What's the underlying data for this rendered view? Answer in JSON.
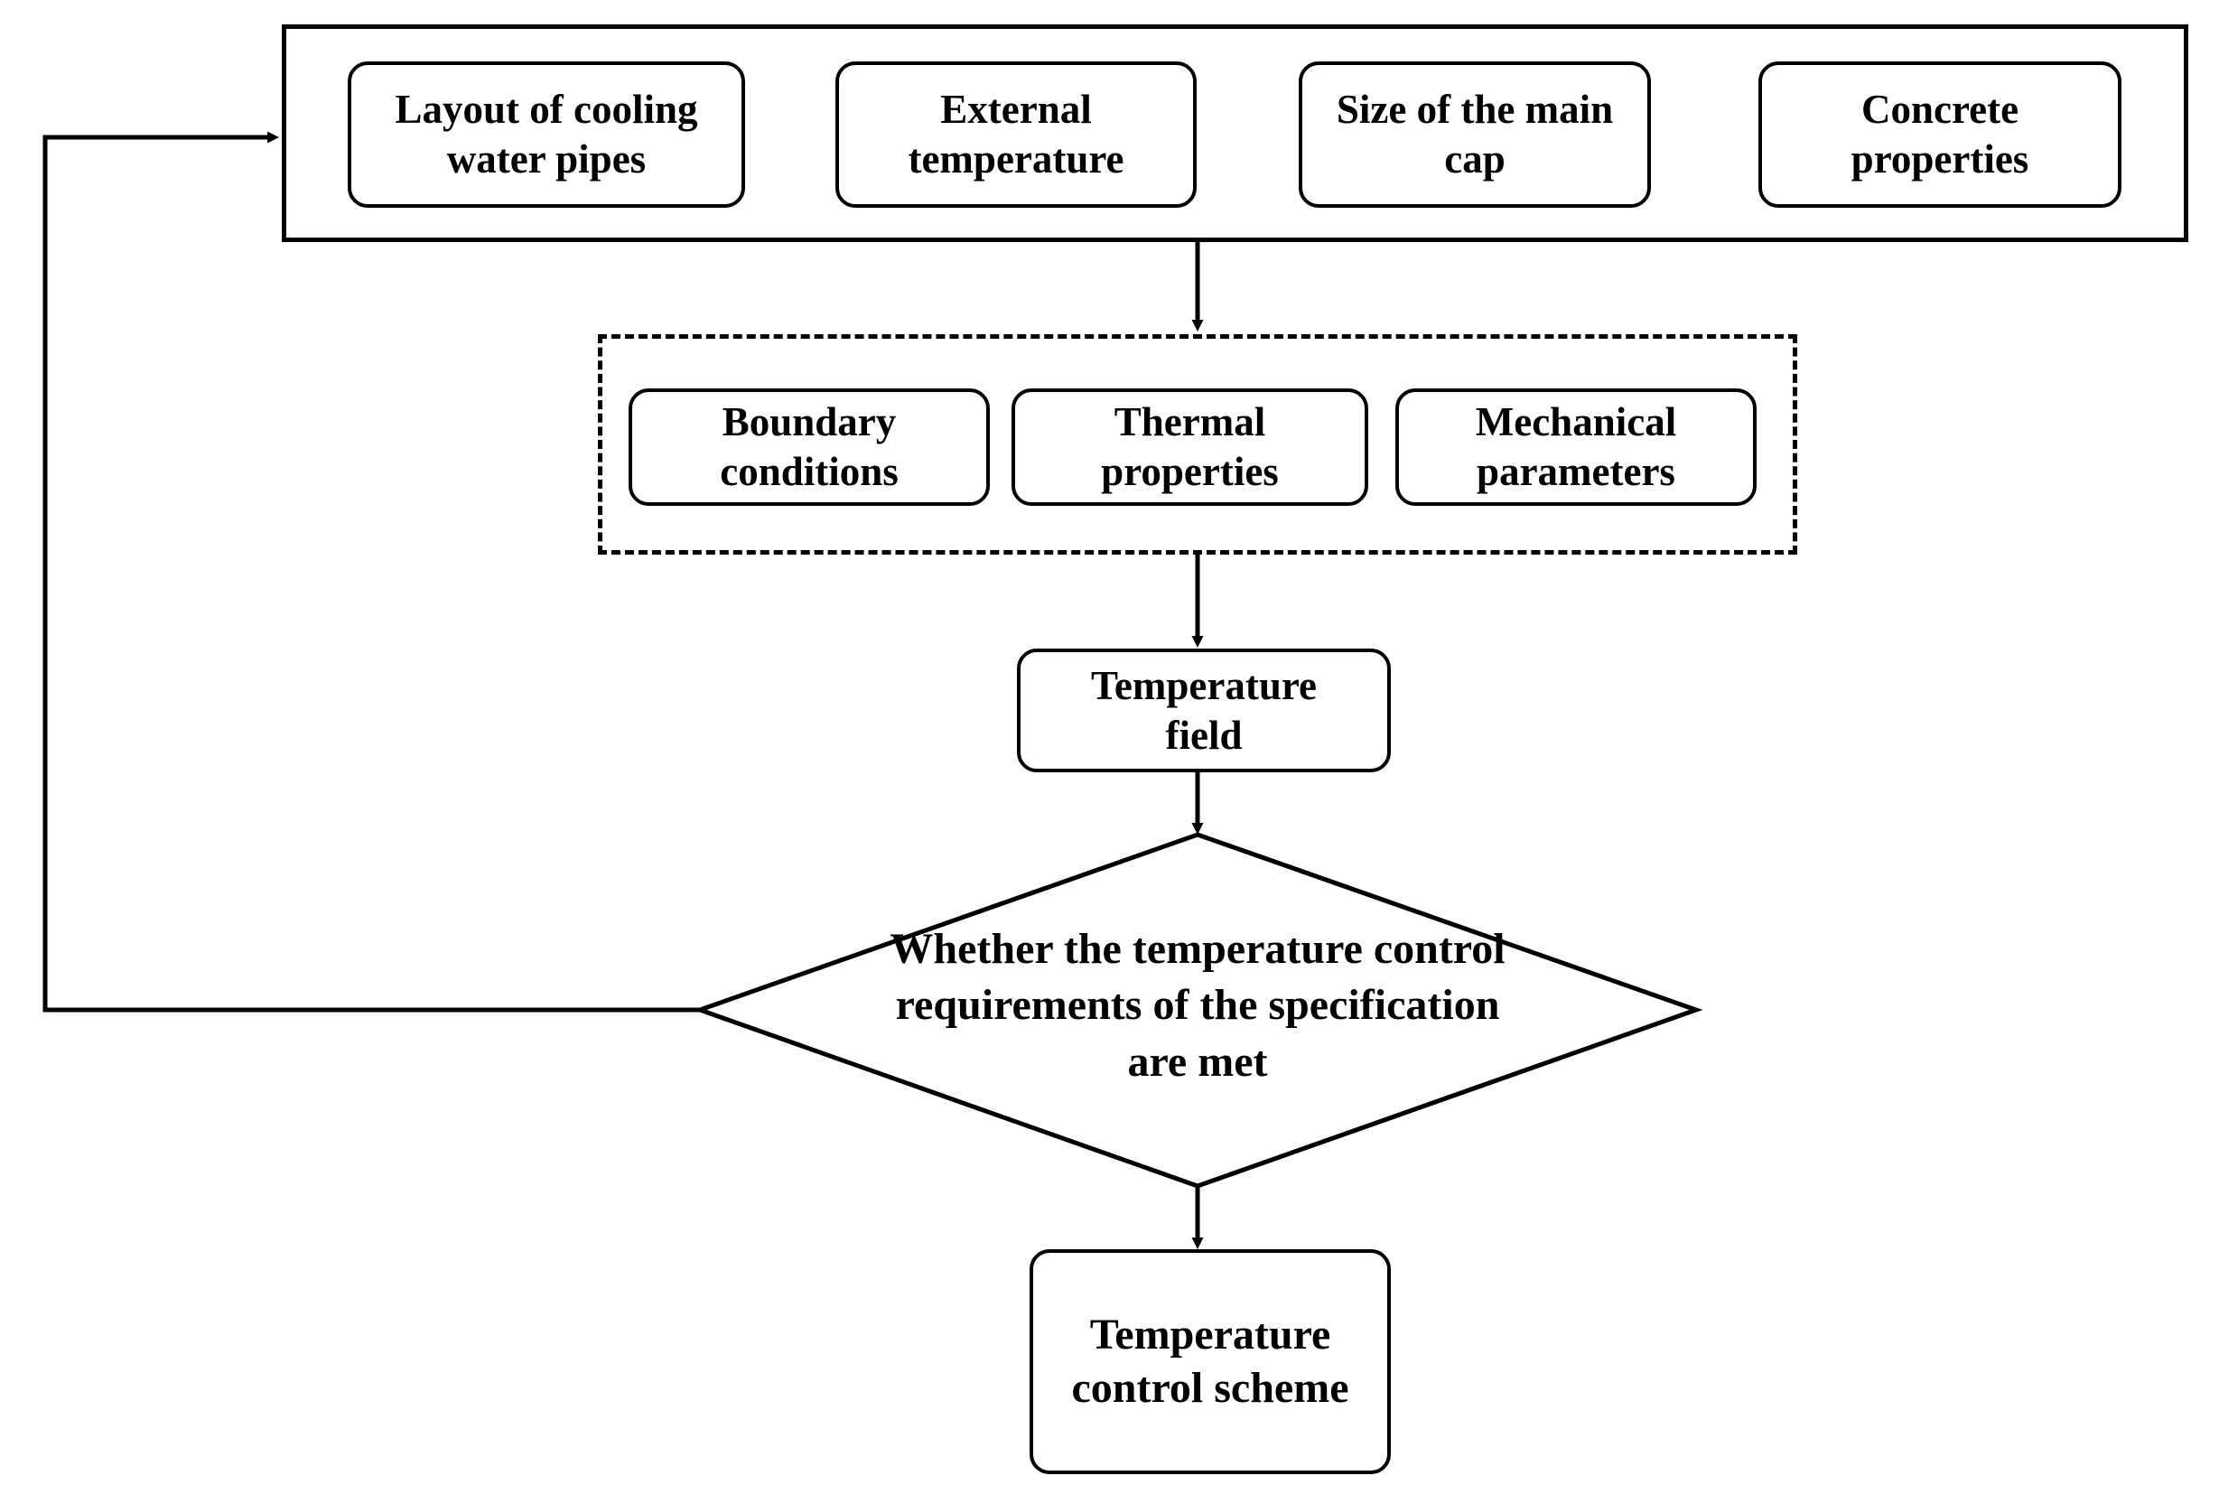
{
  "diagram": {
    "title": "Temperature control analysis flowchart",
    "stroke_color": "#000000",
    "background_color": "#ffffff",
    "input_group": {
      "border_style": "solid",
      "items": [
        {
          "label": "Layout of cooling\nwater pipes"
        },
        {
          "label": "External\ntemperature"
        },
        {
          "label": "Size of the main\ncap"
        },
        {
          "label": "Concrete\nproperties"
        }
      ]
    },
    "model_group": {
      "border_style": "dashed",
      "items": [
        {
          "label": "Boundary\nconditions"
        },
        {
          "label": "Thermal\nproperties"
        },
        {
          "label": "Mechanical\nparameters"
        }
      ]
    },
    "result_box": {
      "label": "Temperature\nfield"
    },
    "decision": {
      "label": "Whether the temperature control\nrequirements of the specification\nare met"
    },
    "output_box": {
      "label": "Temperature\ncontrol scheme"
    },
    "connectors": [
      {
        "name": "inputs-to-model",
        "direction": "down",
        "arrowhead": true
      },
      {
        "name": "model-to-temperature-field",
        "direction": "down",
        "arrowhead": true
      },
      {
        "name": "temperature-field-to-decision",
        "direction": "down",
        "arrowhead": true
      },
      {
        "name": "decision-to-output",
        "direction": "down",
        "arrowhead": true
      },
      {
        "name": "decision-feedback-to-inputs",
        "direction": "left-up-right",
        "arrowhead": true
      }
    ]
  }
}
